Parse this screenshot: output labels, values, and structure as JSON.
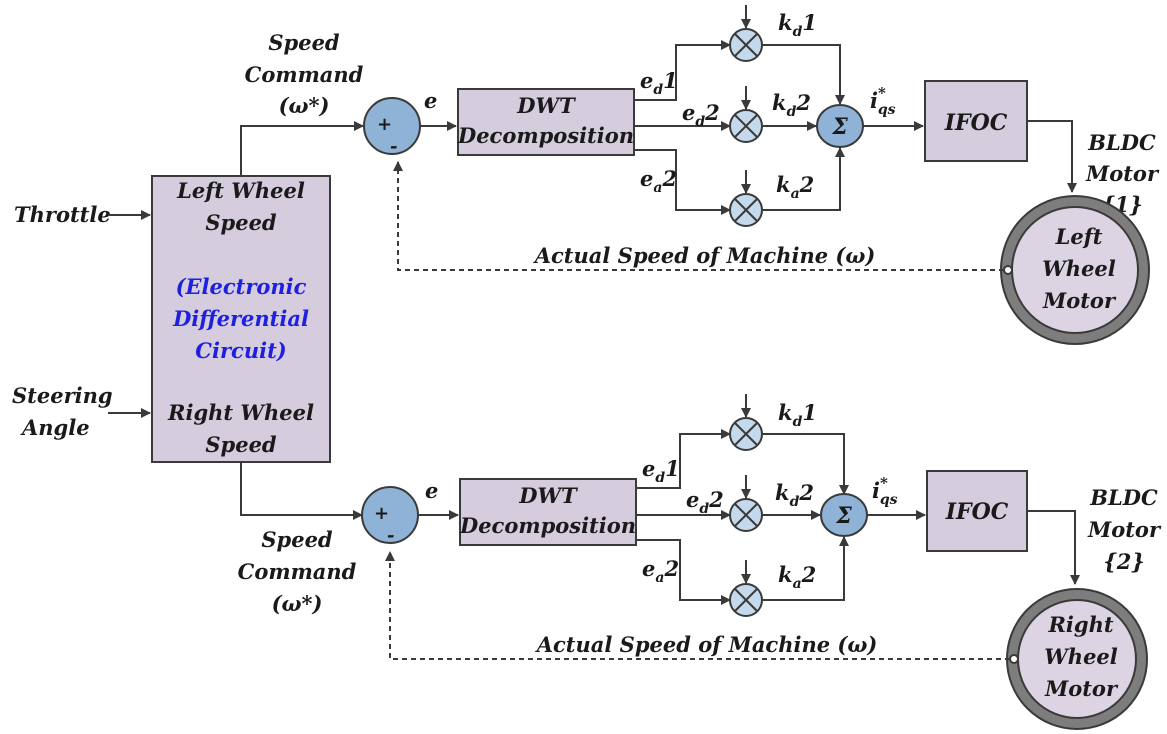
{
  "inputs": {
    "throttle": "Throttle",
    "steering_line1": "Steering",
    "steering_line2": "Angle"
  },
  "ed_block": {
    "left_line1": "Left Wheel",
    "left_line2": "Speed",
    "circuit_line1": "(Electronic",
    "circuit_line2": "Differential",
    "circuit_line3": "Circuit)",
    "right_line1": "Right Wheel",
    "right_line2": "Speed"
  },
  "speed_command": {
    "line1": "Speed",
    "line2": "Command",
    "line3": "(ω*)"
  },
  "error_label": "e",
  "sum_plus": "+",
  "sum_minus": "-",
  "dwt": {
    "line1": "DWT",
    "line2": "Decomposition"
  },
  "signals": {
    "ed1_base": "e",
    "ed1_sub": "d",
    "ed1_tail": "1",
    "ed2_base": "e",
    "ed2_sub": "d",
    "ed2_tail": "2",
    "ea2_base": "e",
    "ea2_sub": "a",
    "ea2_tail": "2"
  },
  "gains": {
    "kd1_base": "k",
    "kd1_sub": "d",
    "kd1_tail": "1",
    "kd2_base": "k",
    "kd2_sub": "d",
    "kd2_tail": "2",
    "ka2_base": "k",
    "ka2_sub": "a",
    "ka2_tail": "2"
  },
  "summer_symbol": "Σ",
  "iqs": {
    "base": "i",
    "sup": "*",
    "sub": "qs"
  },
  "ifoc": "IFOC",
  "feedback_label": "Actual Speed of Machine (ω)",
  "motor_top": {
    "label_line1": "BLDC",
    "label_line2": "Motor",
    "label_line3": "{1}",
    "wheel_line1": "Left",
    "wheel_line2": "Wheel",
    "wheel_line3": "Motor"
  },
  "motor_bottom": {
    "label_line1": "BLDC",
    "label_line2": "Motor",
    "label_line3": "{2}",
    "wheel_line1": "Right",
    "wheel_line2": "Wheel",
    "wheel_line3": "Motor"
  }
}
